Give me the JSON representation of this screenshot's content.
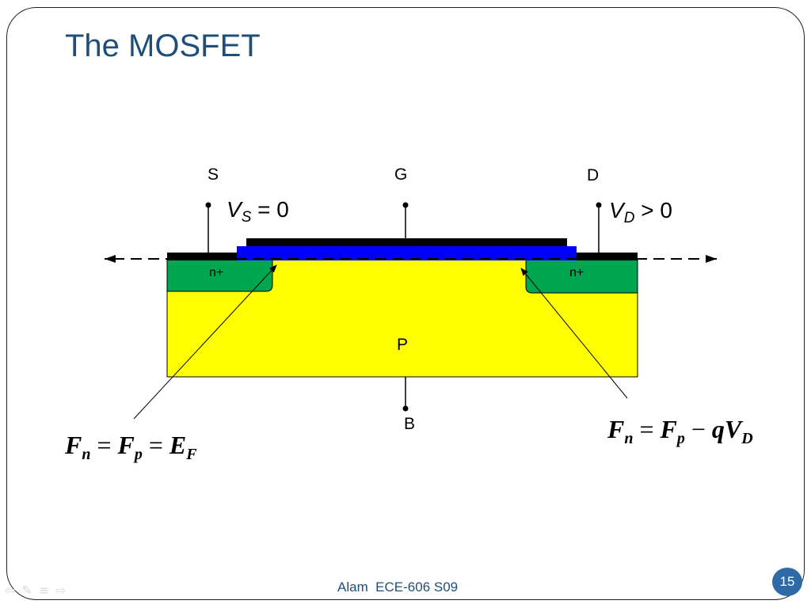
{
  "slide": {
    "title": "The MOSFET",
    "footer": "Alam  ECE-606 S09",
    "page_number": "15"
  },
  "diagram": {
    "terminals": {
      "source": "S",
      "gate": "G",
      "drain": "D",
      "body": "B"
    },
    "voltages": {
      "source_var": "V",
      "source_sub": "S",
      "source_rel": " = 0",
      "drain_var": "V",
      "drain_sub": "D",
      "drain_rel": " > 0"
    },
    "regions": {
      "substrate": "P",
      "source_well": "n+",
      "drain_well": "n+"
    },
    "equations": {
      "left": {
        "F1": "F",
        "s1": "n",
        "F2": "F",
        "s2": "p",
        "E": "E",
        "s3": "F"
      },
      "right": {
        "F1": "F",
        "s1": "n",
        "F2": "F",
        "s2": "p",
        "q": "qV",
        "s3": "D"
      }
    },
    "colors": {
      "substrate": "#ffff00",
      "n_plus": "#00a550",
      "oxide": "#0000ff",
      "gate_metal": "#000000",
      "title": "#1f4e79"
    }
  },
  "nav": {
    "prev_icon": "arrow-left-icon",
    "pen_icon": "pen-icon",
    "menu_icon": "menu-icon",
    "next_icon": "arrow-right-icon"
  }
}
